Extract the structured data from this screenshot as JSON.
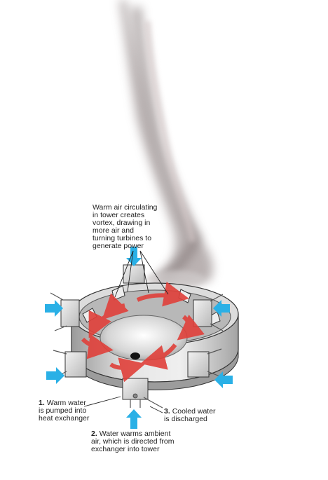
{
  "labels": {
    "vortex": {
      "lines": [
        "Warm air circulating",
        "in tower creates",
        "vortex, drawing in",
        "more air and",
        "turning turbines to",
        "generate power"
      ]
    },
    "step1": {
      "num": "1.",
      "lines": [
        "Warm water",
        "is pumped into",
        "heat exchanger"
      ]
    },
    "step3": {
      "num": "3.",
      "lines": [
        "Cooled water",
        "is discharged"
      ]
    },
    "step2": {
      "num": "2.",
      "lines": [
        "Water warms ambient",
        "air, which is directed from",
        "exchanger into tower"
      ]
    }
  },
  "colors": {
    "inflow_arrow": "#2ab0e6",
    "vortex_arrow": "#e0403a",
    "tower_metal": "#c8c8c8",
    "smoke": "#9a8f8f"
  }
}
